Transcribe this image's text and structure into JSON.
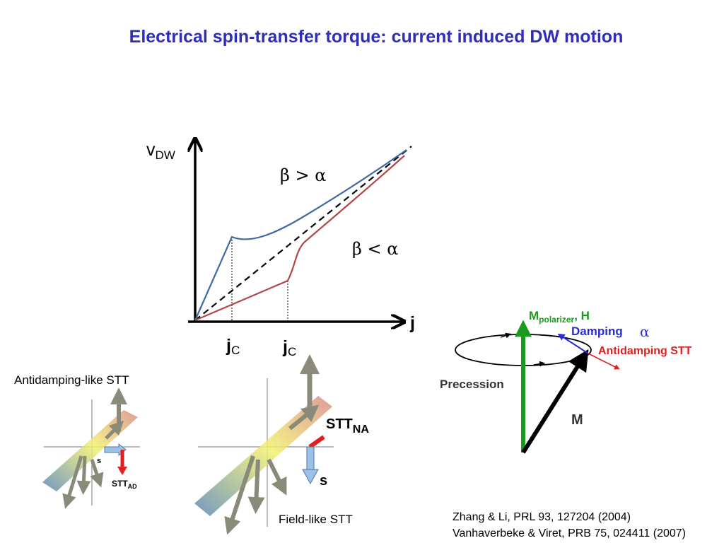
{
  "slide": {
    "title": "Electrical spin-transfer torque: current induced DW motion"
  },
  "graph": {
    "y_axis_label_main": "v",
    "y_axis_label_sub": "DW",
    "x_axis_label": "j",
    "curve_upper_label": "β > α",
    "curve_lower_label": "β < α",
    "jc_main": "j",
    "jc_sub": "C",
    "colors": {
      "upper": "#3d6aa3",
      "lower": "#b04848",
      "dashed": "#000000"
    }
  },
  "devices": {
    "left_caption": "Antidamping-like STT",
    "left_s_label": "s",
    "left_stt_main": "STT",
    "left_stt_sub": "AD",
    "right_caption": "Field-like STT",
    "right_stt_main": "STT",
    "right_stt_sub": "NA",
    "right_s_label": "s"
  },
  "torque": {
    "m_polarizer_main": "M",
    "m_polarizer_sub": "polarizer",
    "h_label": ", H",
    "damping_label": "Damping",
    "alpha_label": "α",
    "antidamping_label": "Antidamping STT",
    "precession_label": "Precession",
    "m_label": "M",
    "colors": {
      "green": "#1a9a1a",
      "blue": "#2b2bd6",
      "red": "#e02020"
    }
  },
  "references": {
    "line1": "Zhang & Li, PRL 93, 127204 (2004)",
    "line2": "Vanhaverbeke & Viret, PRB 75, 024411 (2007)"
  }
}
